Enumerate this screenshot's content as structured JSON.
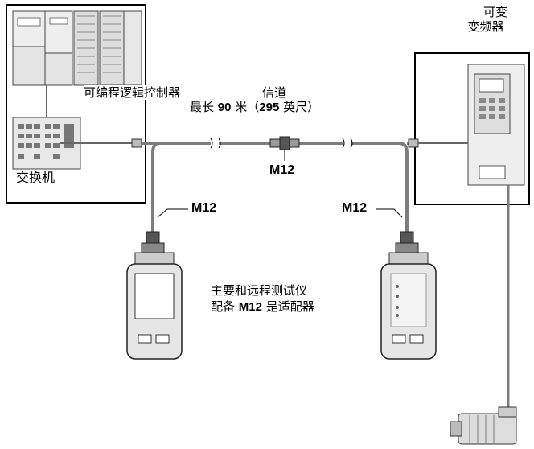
{
  "labels": {
    "plc": "可编程逻辑控制器",
    "switch": "交换机",
    "channel": "信道",
    "max_prefix": "最长",
    "max_m": "90",
    "max_mid": "米（",
    "max_ft": "295",
    "max_suffix": "英尺）",
    "vfd_line1": "可变",
    "vfd_line2": "变频器",
    "m12_center": "M12",
    "m12_left": "M12",
    "m12_right": "M12",
    "note_line1": "主要和远程测试仪",
    "note_prefix": "配备",
    "note_m12": "M12",
    "note_suffix": "是适配器"
  },
  "colors": {
    "line": "#000000",
    "panel": "#ffffff",
    "equipment_fill": "#e6e6e6",
    "equipment_dark": "#9a9a9a",
    "cable": "#7d7d7d"
  }
}
